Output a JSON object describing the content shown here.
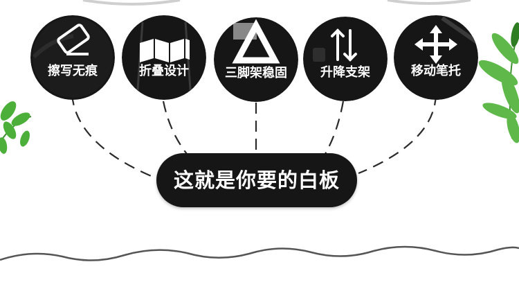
{
  "colors": {
    "circle": "#161616",
    "text": "#ffffff",
    "line": "#2a2a2a",
    "leaf": "#4caf3a"
  },
  "features": [
    {
      "label": "擦写无痕",
      "icon": "eraser-icon"
    },
    {
      "label": "折叠设计",
      "icon": "folding-board-icon"
    },
    {
      "label": "三脚架稳固",
      "icon": "tripod-icon"
    },
    {
      "label": "升降支架",
      "icon": "up-down-arrows-icon"
    },
    {
      "label": "移动笔托",
      "icon": "move-arrows-icon"
    }
  ],
  "headline": "这就是你要的白板"
}
